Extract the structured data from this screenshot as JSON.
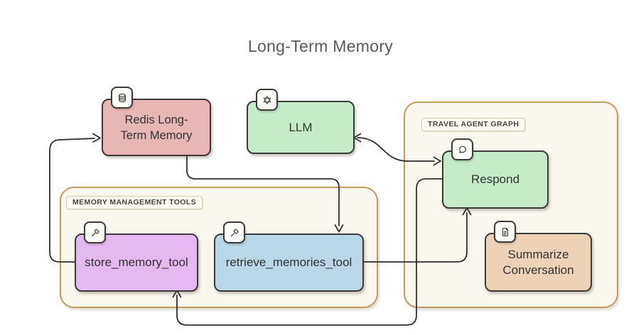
{
  "title": "Long-Term Memory",
  "containers": {
    "travel": {
      "label": "TRAVEL AGENT GRAPH"
    },
    "memory": {
      "label": "MEMORY MANAGEMENT TOOLS"
    }
  },
  "nodes": {
    "redis": {
      "lines": [
        "Redis Long-",
        "Term Memory"
      ],
      "icon": "database-icon"
    },
    "llm": {
      "label": "LLM",
      "icon": "openai-logo-icon"
    },
    "respond": {
      "label": "Respond",
      "icon": "chat-bubble-icon"
    },
    "summarize": {
      "lines": [
        "Summarize",
        "Conversation"
      ],
      "icon": "document-icon"
    },
    "store": {
      "label": "store_memory_tool",
      "icon": "hammer-icon"
    },
    "retrieve": {
      "label": "retrieve_memories_tool",
      "icon": "hammer-icon"
    }
  },
  "edges": [
    {
      "from": "store_memory_tool",
      "to": "Redis Long-Term Memory",
      "bidirectional": false
    },
    {
      "from": "Redis Long-Term Memory",
      "to": "retrieve_memories_tool",
      "bidirectional": false
    },
    {
      "from": "Respond",
      "to": "LLM",
      "bidirectional": true
    },
    {
      "from": "retrieve_memories_tool",
      "to": "Respond",
      "bidirectional": false
    },
    {
      "from": "Respond",
      "to": "store_memory_tool",
      "bidirectional": false
    }
  ],
  "colors": {
    "redis_fill": "#e9b6b6",
    "llm_fill": "#c6ebc8",
    "respond_fill": "#c6ebc8",
    "summarize_fill": "#eed2b6",
    "store_fill": "#e4b8f0",
    "retrieve_fill": "#b8d7e7",
    "container_fill": "#faf7ee",
    "container_border": "#c49c5e",
    "node_border": "#3b3b3b",
    "edge": "#2f2f2f",
    "title_text": "#5a5a5a"
  }
}
